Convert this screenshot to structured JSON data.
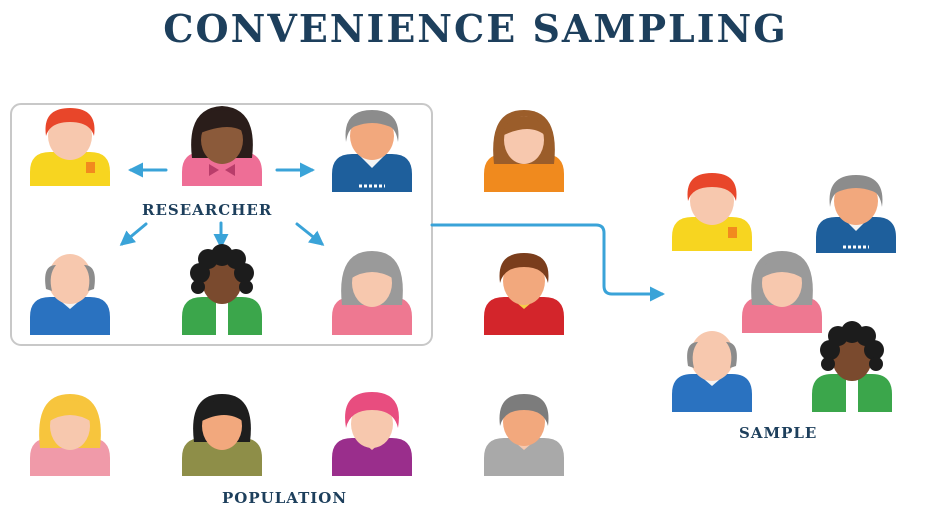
{
  "title": "CONVENIENCE SAMPLING",
  "labels": {
    "researcher": "RESEARCHER",
    "population": "POPULATION",
    "sample": "SAMPLE"
  },
  "colors": {
    "title": "#1d3f5c",
    "arrow": "#3aa3d8",
    "box_border": "#c8c8c8"
  },
  "people": [
    {
      "id": "red-hair-yellow-shirt",
      "hair": "#e8462a",
      "body": "#f7d520",
      "group": "population"
    },
    {
      "id": "researcher-black-hair",
      "hair": "#2a1d1a",
      "body": "#ee6e96",
      "group": "researcher"
    },
    {
      "id": "grey-hair-blue-shirt",
      "hair": "#8c8c8c",
      "body": "#1e5f9c",
      "group": "population"
    },
    {
      "id": "brown-hair-orange-shirt",
      "hair": "#9b5d2a",
      "body": "#f08a1e",
      "group": "population"
    },
    {
      "id": "bald-blue-shirt",
      "hair": "#8c8c8c",
      "body": "#2a72c0",
      "group": "population"
    },
    {
      "id": "curly-hair-green-shirt",
      "hair": "#1c1c1c",
      "body": "#3ba64b",
      "group": "population"
    },
    {
      "id": "grey-hair-pink-shirt",
      "hair": "#9a9a9a",
      "body": "#ee7891",
      "group": "population"
    },
    {
      "id": "brown-hair-red-shirt",
      "hair": "#7a3d1c",
      "body": "#d3252b",
      "group": "population"
    },
    {
      "id": "blonde-hair-pink-shirt",
      "hair": "#f7c53d",
      "body": "#f09aa9",
      "group": "population"
    },
    {
      "id": "black-hair-olive-shirt",
      "hair": "#1e1e1e",
      "body": "#8e8e48",
      "group": "population"
    },
    {
      "id": "pink-hair-purple-shirt",
      "hair": "#e84d7f",
      "body": "#9a2e8c",
      "group": "population"
    },
    {
      "id": "grey-hair-grey-shirt",
      "hair": "#7c7c7c",
      "body": "#a9a9a9",
      "group": "population"
    },
    {
      "id": "sample-red-hair-yellow-shirt",
      "hair": "#e8462a",
      "body": "#f7d520",
      "group": "sample"
    },
    {
      "id": "sample-grey-hair-blue-shirt",
      "hair": "#8c8c8c",
      "body": "#1e5f9c",
      "group": "sample"
    },
    {
      "id": "sample-grey-hair-pink-shirt",
      "hair": "#9a9a9a",
      "body": "#ee7891",
      "group": "sample"
    },
    {
      "id": "sample-bald-blue-shirt",
      "hair": "#8c8c8c",
      "body": "#2a72c0",
      "group": "sample"
    },
    {
      "id": "sample-curly-hair-green-shirt",
      "hair": "#1c1c1c",
      "body": "#3ba64b",
      "group": "sample"
    }
  ]
}
